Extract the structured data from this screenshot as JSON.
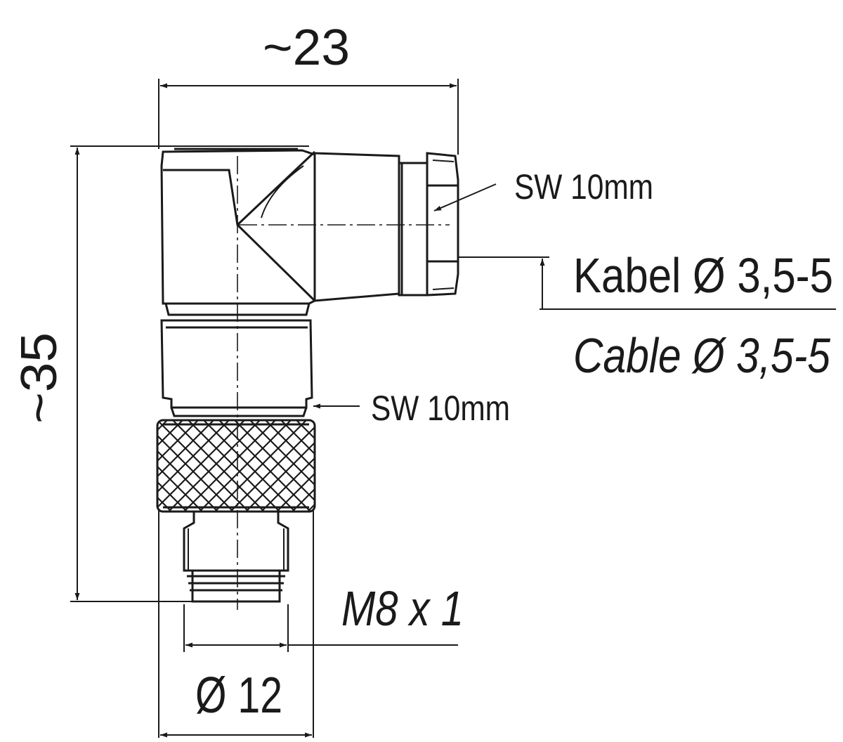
{
  "drawing": {
    "labels": {
      "width_dim": "~23",
      "height_dim": "~35",
      "upper_wrench": "SW 10mm",
      "lower_wrench": "SW 10mm",
      "cable_de": "Kabel Ø 3,5-5",
      "cable_en": "Cable Ø 3,5-5",
      "thread": "M8 x 1",
      "diameter": "Ø 12"
    }
  }
}
